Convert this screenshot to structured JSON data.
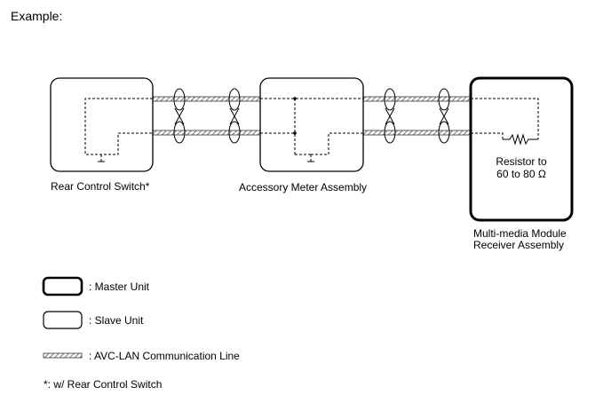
{
  "title": "Example:",
  "units": {
    "rear_control_switch": {
      "label": "Rear Control Switch*"
    },
    "accessory_meter": {
      "label": "Accessory Meter Assembly"
    },
    "multimedia_receiver": {
      "label_line1": "Multi-media Module",
      "label_line2": "Receiver Assembly",
      "resistor_line1": "Resistor to",
      "resistor_line2": "60 to 80 Ω"
    }
  },
  "legend": {
    "master_unit": ": Master Unit",
    "slave_unit": ": Slave Unit",
    "avc_lan_line": ": AVC-LAN Communication Line",
    "footnote": "*: w/ Rear Control Switch"
  }
}
